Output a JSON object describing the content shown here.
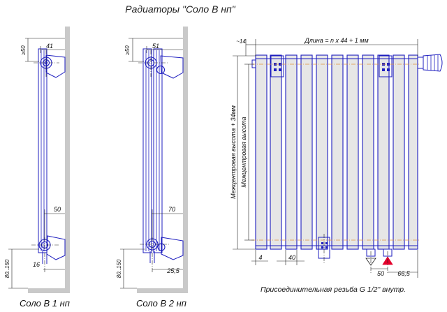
{
  "title": "Радиаторы \"Соло В нп\"",
  "left_view": {
    "caption": "Соло В 1 нп",
    "dim_top_clearance": "≥50",
    "dim_top_width": "41",
    "dim_bottom_offset": "50",
    "dim_bottom_pipe": "16",
    "dim_floor": "80..150"
  },
  "middle_view": {
    "caption": "Соло В 2 нп",
    "dim_top_clearance": "≥50",
    "dim_top_width": "51",
    "dim_bottom_offset": "70",
    "dim_bottom_pipe": "25,5",
    "dim_floor": "80..150"
  },
  "front_view": {
    "dim_side": "~14",
    "dim_length": "Длина = n x 44 + 1 мм",
    "dim_height_outer": "Межцентровая высота + 34мм",
    "dim_height_center": "Межцентровая высота",
    "dim_left_small": "4",
    "dim_section": "40",
    "dim_pipe_spacing": "50",
    "dim_right_offset": "66,5",
    "note": "Присоединительная резьба G 1/2\" внутр."
  },
  "colors": {
    "outline": "#1d1dbf",
    "wall": "#c9c9c9",
    "panel": "#e6e6e6",
    "arrow_red": "#e4002b",
    "centerline": "#e2923a"
  }
}
